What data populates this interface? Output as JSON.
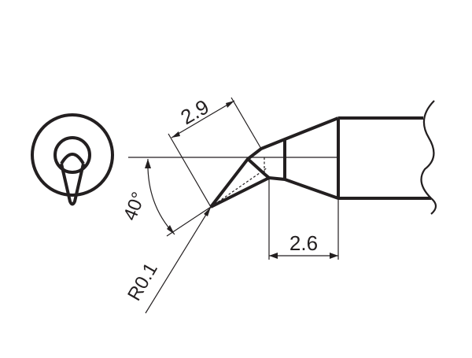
{
  "dimensions": {
    "length_top": "2.9",
    "length_bottom": "2.6",
    "angle": "40°",
    "radius": "R0.1"
  },
  "colors": {
    "ink": "#231f20",
    "background": "#ffffff"
  }
}
